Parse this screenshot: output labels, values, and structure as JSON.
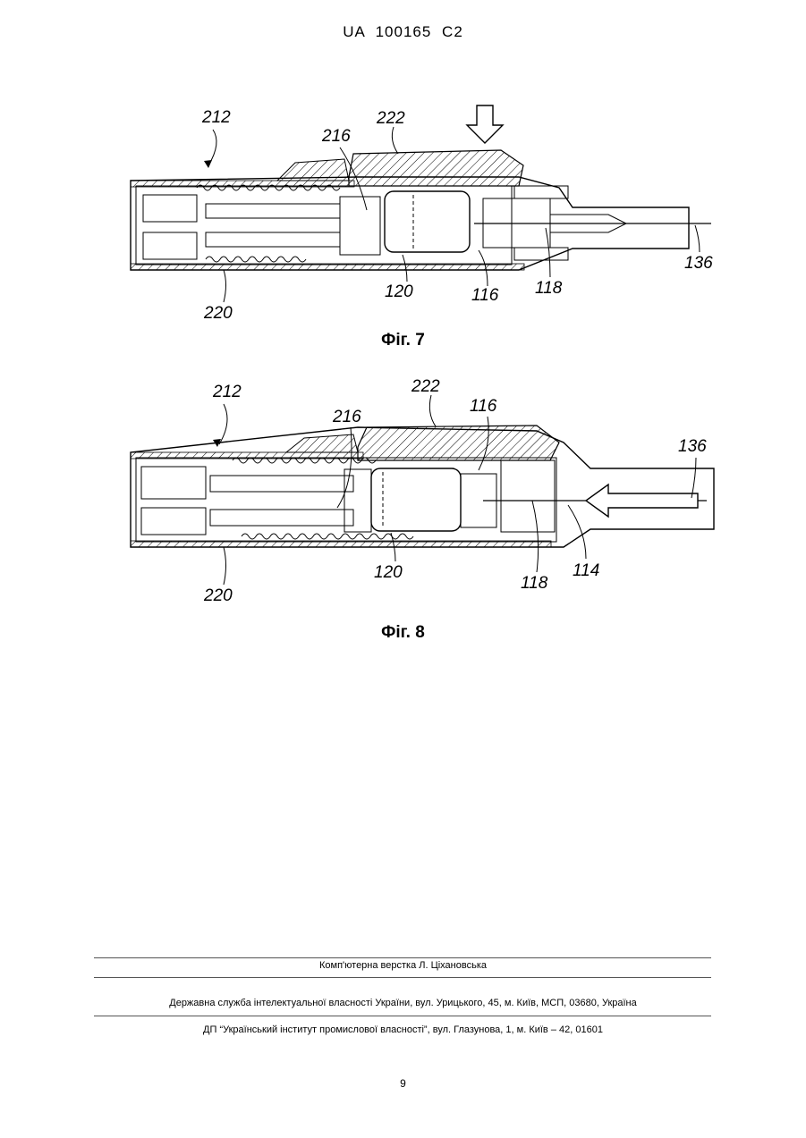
{
  "header": {
    "patent_number": "UA   100165   C2"
  },
  "figure7": {
    "caption": "Фіг. 7",
    "labels": {
      "l212": "212",
      "l222": "222",
      "l216": "216",
      "l220": "220",
      "l120": "120",
      "l116": "116",
      "l118": "118",
      "l136": "136"
    }
  },
  "figure8": {
    "caption": "Фіг. 8",
    "labels": {
      "l212": "212",
      "l222": "222",
      "l216": "216",
      "l116": "116",
      "l136": "136",
      "l220": "220",
      "l120": "120",
      "l118": "118",
      "l114": "114"
    }
  },
  "footer": {
    "layout_credit": "Комп'ютерна верстка Л. Ціхановська",
    "agency": "Державна служба інтелектуальної власності України, вул. Урицького, 45, м. Київ, МСП, 03680, Україна",
    "institute": "ДП “Український інститут промислової власності”, вул. Глазунова, 1, м. Київ – 42, 01601",
    "page_number": "9"
  }
}
